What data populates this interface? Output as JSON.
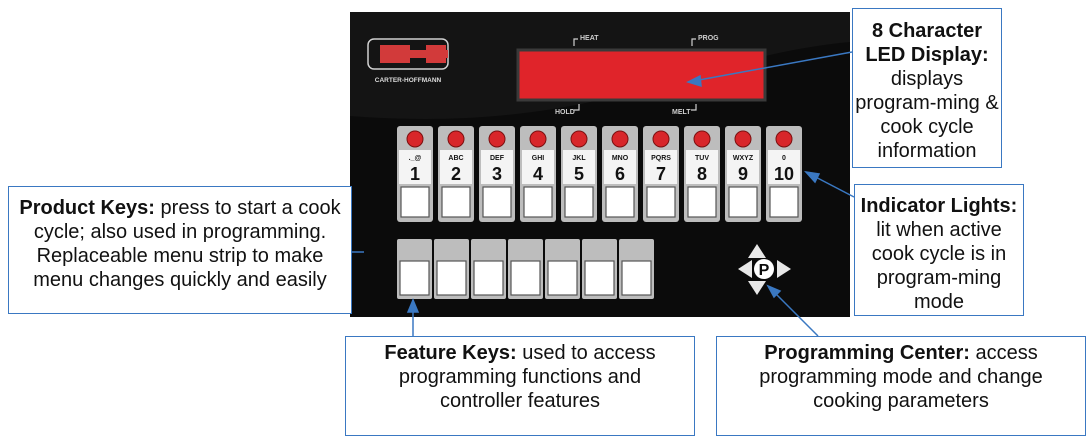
{
  "panel": {
    "brand_name": "CARTER-HOFFMANN",
    "indicators": {
      "heat": "HEAT",
      "prog": "PROG",
      "hold": "HOLD",
      "melt": "MELT"
    },
    "product_keys": [
      {
        "letters": "._@",
        "number": "1"
      },
      {
        "letters": "ABC",
        "number": "2"
      },
      {
        "letters": "DEF",
        "number": "3"
      },
      {
        "letters": "GHI",
        "number": "4"
      },
      {
        "letters": "JKL",
        "number": "5"
      },
      {
        "letters": "MNO",
        "number": "6"
      },
      {
        "letters": "PQRS",
        "number": "7"
      },
      {
        "letters": "TUV",
        "number": "8"
      },
      {
        "letters": "WXYZ",
        "number": "9"
      },
      {
        "letters": "0",
        "number": "10"
      }
    ],
    "program_key_label": "P"
  },
  "callouts": {
    "led": {
      "title": "8 Character LED Display:",
      "text": "displays program-ming & cook cycle information"
    },
    "product": {
      "title": "Product Keys:",
      "text": "press to start a cook cycle; also used in programming. Replaceable menu strip to make menu changes quickly and easily"
    },
    "indicator": {
      "title": "Indicator Lights:",
      "text": "lit when active cook cycle is in program-ming mode"
    },
    "feature": {
      "title": "Feature Keys:",
      "text": "used to access programming functions and controller features"
    },
    "programming": {
      "title": "Programming Center:",
      "text": "access programming mode and change cooking parameters"
    }
  },
  "colors": {
    "panel_bg": "#0b0b0b",
    "display_red": "#e0242a",
    "indicator_red": "#d8262a",
    "callout_border": "#3a78c2"
  }
}
